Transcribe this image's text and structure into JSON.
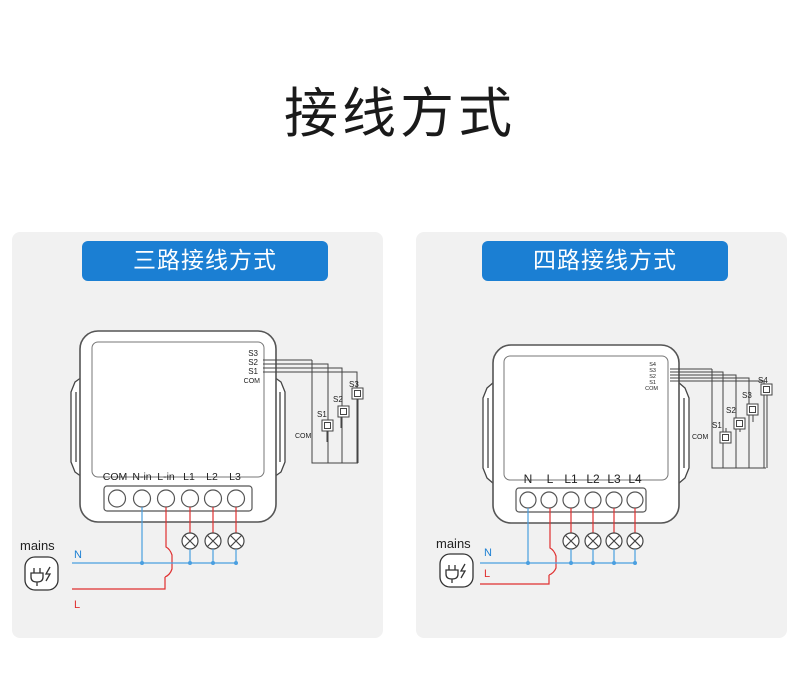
{
  "title": "接线方式",
  "panels": [
    {
      "heading": "三路接线方式",
      "terminals": [
        "COM",
        "N-in",
        "L-in",
        "L1",
        "L2",
        "L3"
      ],
      "switch_pins": [
        "S3",
        "S2",
        "S1",
        "COM"
      ],
      "switches": [
        "S1",
        "S2",
        "S3"
      ],
      "switch_com": "COM",
      "mains_label": "mains",
      "n_label": "N",
      "l_label": "L"
    },
    {
      "heading": "四路接线方式",
      "terminals": [
        "N",
        "L",
        "L1",
        "L2",
        "L3",
        "L4"
      ],
      "switch_pins": [
        "S4",
        "S3",
        "S2",
        "S1",
        "COM"
      ],
      "switches": [
        "S1",
        "S2",
        "S3",
        "S4"
      ],
      "switch_com": "COM",
      "mains_label": "mains",
      "n_label": "N",
      "l_label": "L"
    }
  ],
  "colors": {
    "accent": "#1b7fd3",
    "neutral_wire": "#4a9fe0",
    "live_wire": "#e03030",
    "panel_bg": "#f1f1f1"
  }
}
